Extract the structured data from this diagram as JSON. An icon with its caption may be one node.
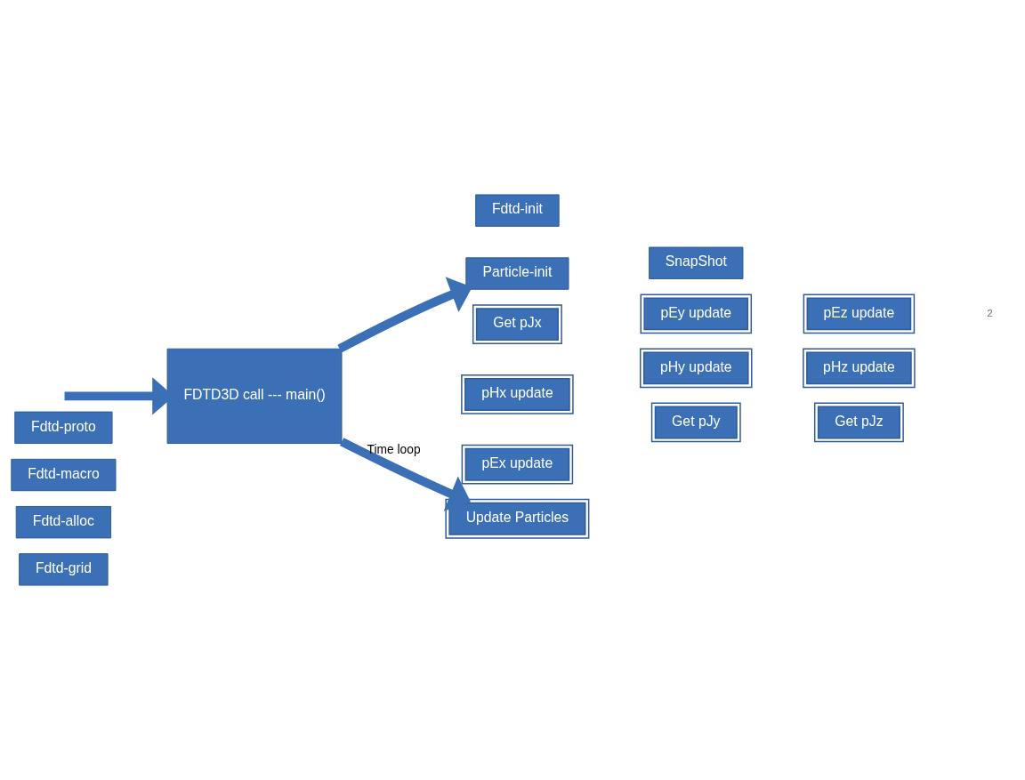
{
  "diagram": {
    "nodes": [
      {
        "text": [
          "Fdtd-grid"
        ]
      },
      {
        "text": [
          "Fdtd-alloc"
        ]
      },
      {
        "text": [
          "Fdtd-macro"
        ]
      },
      {
        "text": [
          "Fdtd-proto"
        ]
      },
      {
        "text": [
          "FDTD3D call --- main()"
        ]
      },
      {
        "text": [
          "Fdtd-init"
        ]
      },
      {
        "text": [
          "Particle-init"
        ]
      },
      {
        "text": [
          "Update Particles"
        ]
      },
      {
        "text": [
          "Get pJx"
        ]
      },
      {
        "text": [
          "Get pJy"
        ]
      },
      {
        "text": [
          "Get pJz"
        ]
      },
      {
        "text": [
          "pHx update"
        ]
      },
      {
        "text": [
          "pHy update"
        ]
      },
      {
        "text": [
          "pHz update"
        ]
      },
      {
        "text": [
          "pEx update"
        ]
      },
      {
        "text": [
          "pEy update"
        ]
      },
      {
        "text": [
          "pEz update"
        ]
      },
      {
        "text": [
          "SnapShot"
        ]
      }
    ],
    "edges": [
      {
        "from": null,
        "to": 4,
        "arrow": "to"
      },
      {
        "from": 4,
        "to": 6,
        "arrow": "to"
      },
      {
        "from": 4,
        "to": 7,
        "arrow": "to",
        "label": "Time loop"
      }
    ],
    "labels": [
      "2"
    ]
  }
}
